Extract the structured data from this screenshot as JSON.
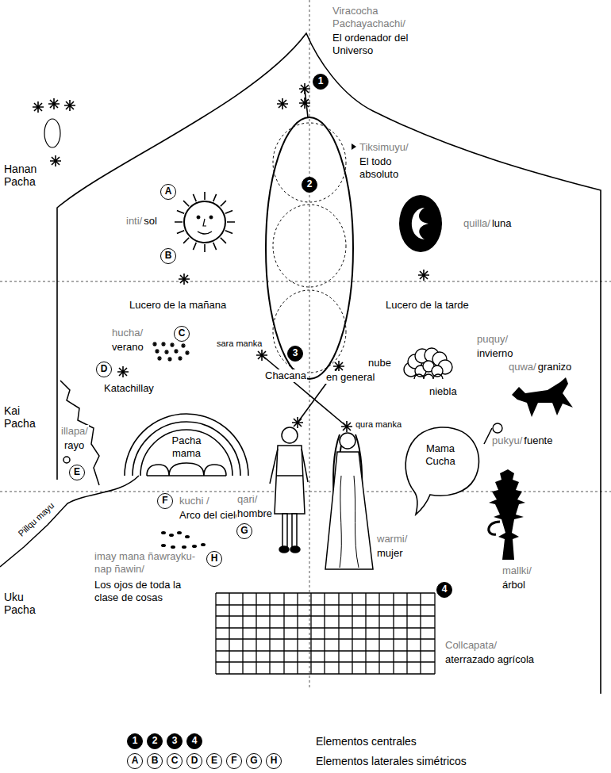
{
  "diagram": {
    "nodes": [
      {
        "text": [
          "Pacha mama"
        ]
      },
      {
        "text": [
          "Mama Cucha"
        ]
      },
      {
        "text": [
          "pukyu/",
          "fuente"
        ]
      }
    ],
    "edges": [
      {
        "from": 1,
        "to": 2,
        "arrow": "none"
      }
    ],
    "labels": [
      "Viracocha Pachayachachi/",
      "El ordenador del Universo",
      "1",
      "Hanan Pacha",
      "Tiksimuyu/",
      "El todo absoluto",
      "2",
      "A",
      "inti/",
      "sol",
      "quilla/",
      "luna",
      "B",
      "Lucero de la mañana",
      "Lucero de la tarde",
      "hucha/",
      "verano",
      "C",
      "puquy/",
      "invierno",
      "sara manka",
      "3",
      "Chacana",
      "en general",
      "nube",
      "D",
      "Katachillay",
      "quwa/",
      "granizo",
      "niebla",
      "Kai Pacha",
      "illapa/",
      "rayo",
      "qura manka",
      "E",
      "Pillqu mayu",
      "F",
      "kuchi /",
      "Arco del cielo",
      "qari/",
      "hombre",
      "G",
      "warmi/",
      "mujer",
      "H",
      "imay mana ñawrayku-nap ñawin/",
      "Los ojos de toda la clase de cosas",
      "mallki/",
      "árbol",
      "Uku Pacha",
      "4",
      "Collcapata/",
      "aterrazado agrícola",
      "1",
      "2",
      "3",
      "4",
      "A",
      "B",
      "C",
      "D",
      "E",
      "F",
      "G",
      "H"
    ],
    "legend": [
      {
        "text": "Elementos centrales"
      },
      {
        "text": "Elementos laterales simétricos"
      }
    ]
  }
}
